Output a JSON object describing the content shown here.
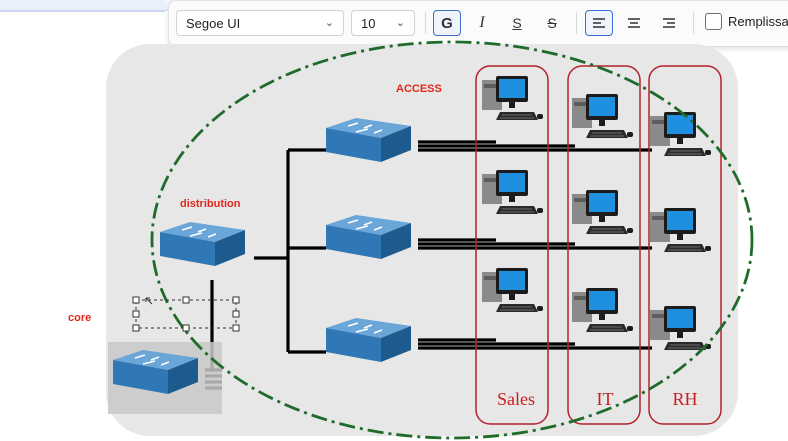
{
  "toolbar": {
    "font_family": "Segoe UI",
    "font_size": "10",
    "bold_label": "G",
    "italic_label": "I",
    "underline_label": "S",
    "strike_label": "S",
    "fill_label": "Remplissag",
    "icons": [
      "chevron-down-icon",
      "bold-icon",
      "italic-icon",
      "underline-icon",
      "strikethrough-icon",
      "align-left-icon",
      "align-center-icon",
      "align-right-icon",
      "checkbox-icon"
    ]
  },
  "diagram": {
    "labels": {
      "access": "ACCESS",
      "distribution": "distribution",
      "core": "core"
    },
    "groups": [
      "Sales",
      "IT",
      "RH"
    ],
    "colors": {
      "label_red": "#e0281c",
      "group_border": "#b5202a",
      "ellipse_green": "#1e6b2a",
      "switch_blue": "#2f77b5",
      "cable": "#000000",
      "canvas": "#e7e7e8"
    }
  }
}
